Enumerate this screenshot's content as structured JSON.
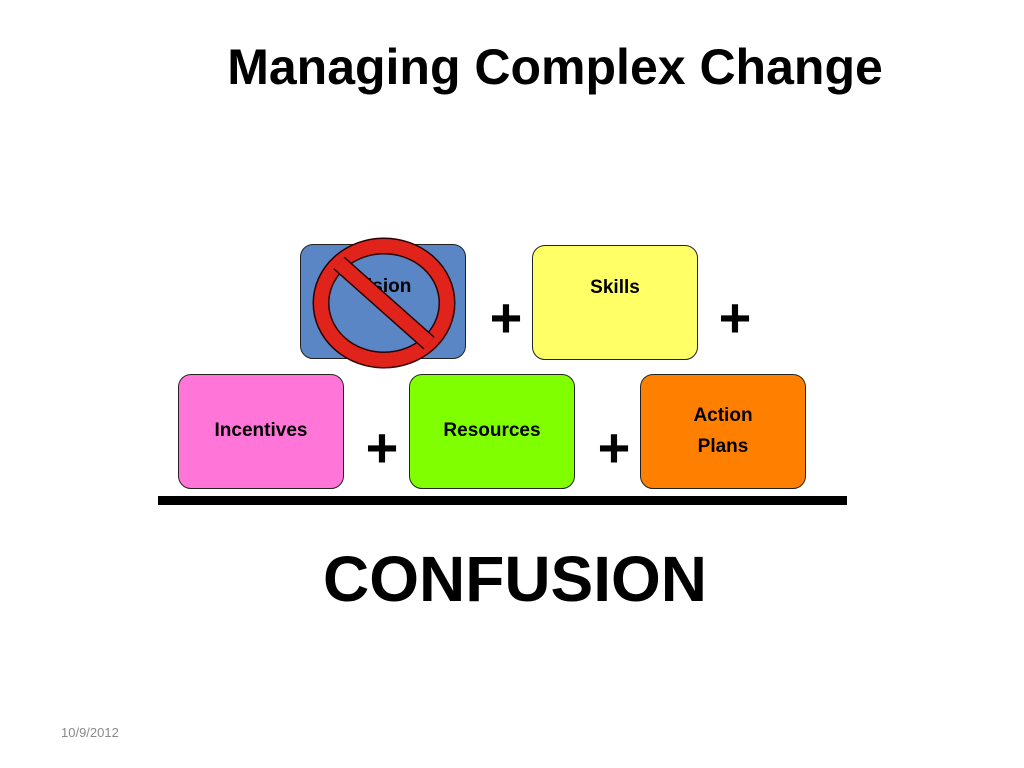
{
  "slide": {
    "title": "Managing Complex Change",
    "result": "CONFUSION",
    "date": "10/9/2012"
  },
  "boxes": [
    {
      "id": "vision",
      "label": "Vision",
      "color": "#5a86c6",
      "crossed_out": true
    },
    {
      "id": "skills",
      "label": "Skills",
      "color": "#ffff66"
    },
    {
      "id": "incentives",
      "label": "Incentives",
      "color": "#ff75d8"
    },
    {
      "id": "resources",
      "label": "Resources",
      "color": "#80ff00"
    },
    {
      "id": "action_plans",
      "label": "Action\nPlans",
      "color": "#ff8000"
    }
  ],
  "operators": [
    "+",
    "+",
    "+",
    "+"
  ],
  "prohibition_sign": {
    "icon": "no-sign-icon",
    "color": "#e0241c"
  }
}
